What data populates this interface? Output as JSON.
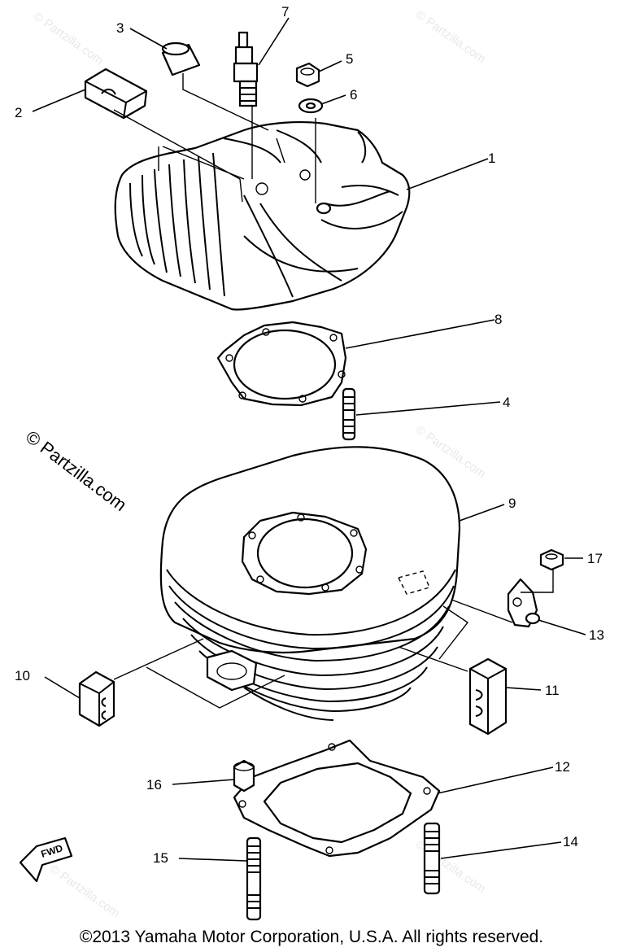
{
  "callouts": [
    "1",
    "2",
    "3",
    "4",
    "5",
    "6",
    "7",
    "8",
    "9",
    "10",
    "11",
    "12",
    "13",
    "14",
    "15",
    "16",
    "17"
  ],
  "watermark": "© Partzilla.com",
  "fwd_label": "FWD",
  "copyright": "©2013  Yamaha Motor Corporation, U.S.A. All rights reserved."
}
